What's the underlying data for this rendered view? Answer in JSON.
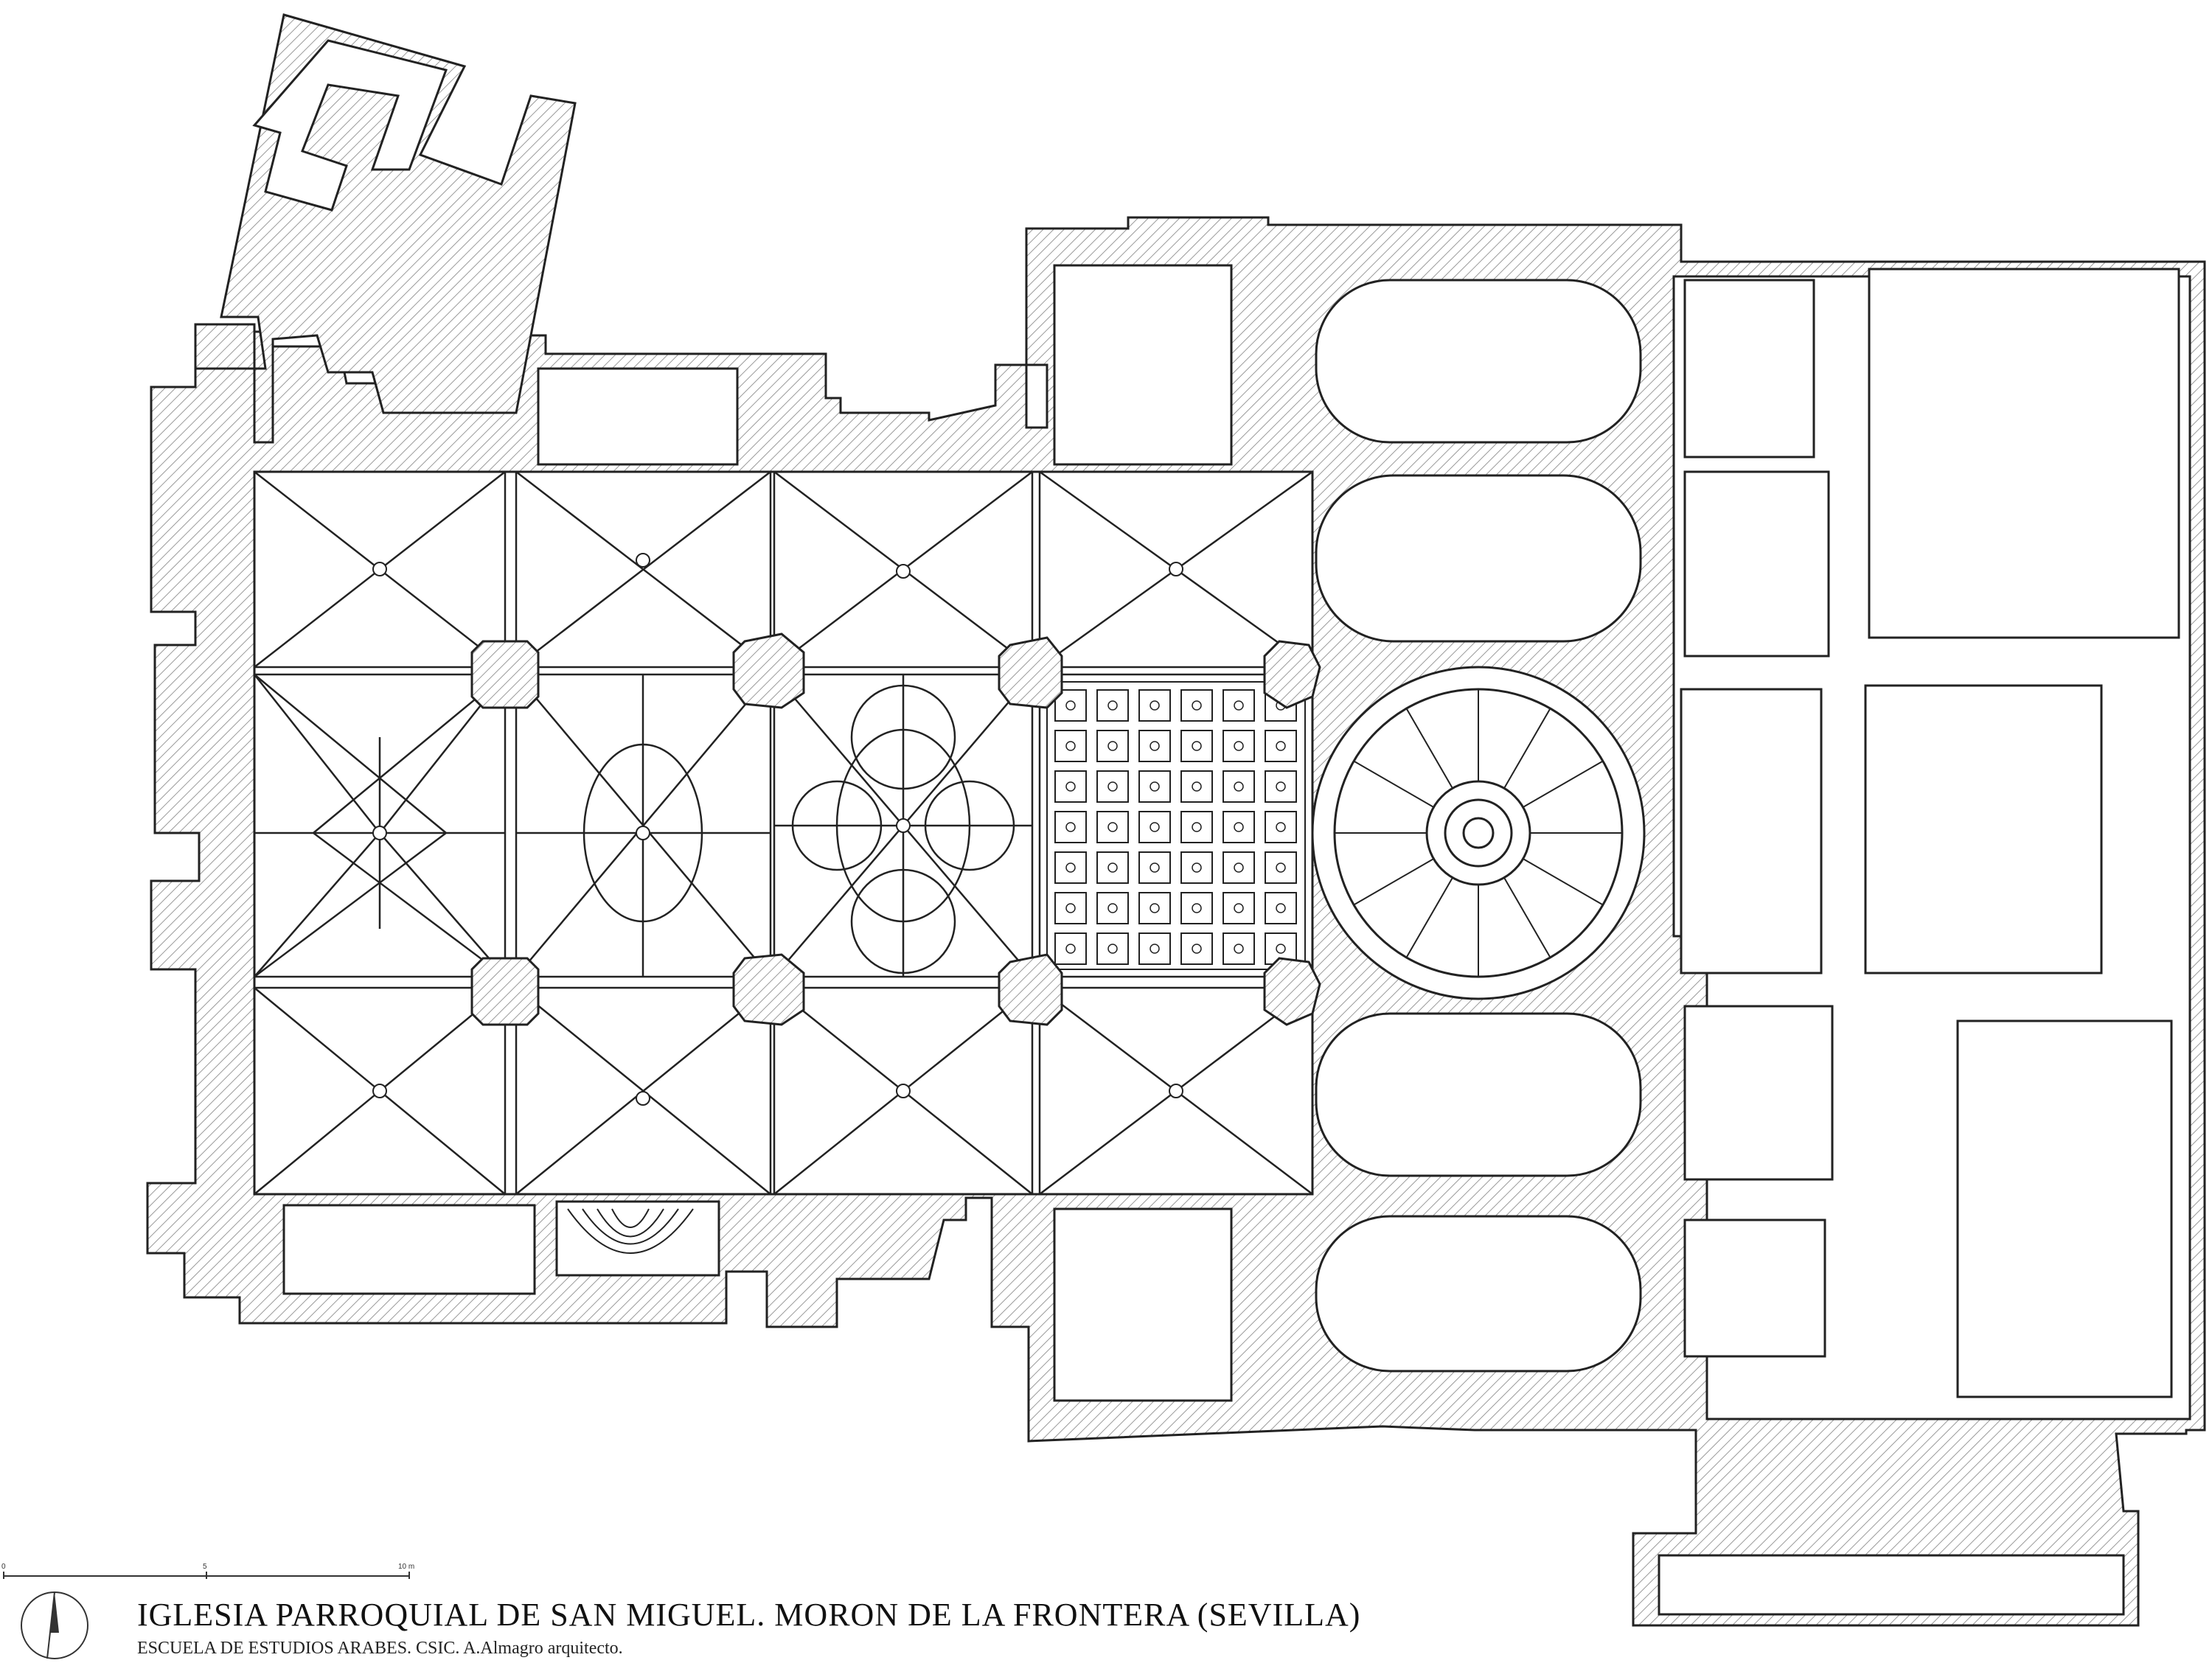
{
  "drawing": {
    "title": "IGLESIA PARROQUIAL DE SAN MIGUEL. MORON DE LA FRONTERA (SEVILLA)",
    "subtitle": "ESCUELA DE ESTUDIOS ARABES. CSIC. A.Almagro arquitecto.",
    "line_color": "#222222",
    "wall_fill": "#e4e4e4"
  },
  "scale_bar": {
    "ticks": [
      "0",
      "5",
      "10 m"
    ]
  },
  "north_arrow": {
    "icon": "north-arrow-icon"
  }
}
